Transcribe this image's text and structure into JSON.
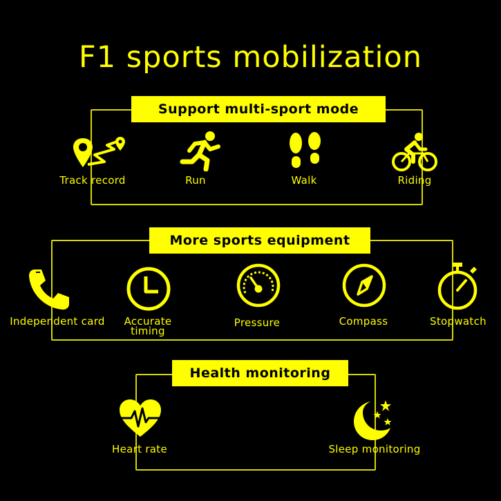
{
  "title": "F1 sports mobilization",
  "colors": {
    "accent": "#ffff00",
    "background": "#000000",
    "frame": "#d8d800"
  },
  "sections": {
    "sport_modes": {
      "heading": "Support multi-sport mode",
      "items": [
        {
          "label": "Track record",
          "icon": "map-pin-route-icon"
        },
        {
          "label": "Run",
          "icon": "running-person-icon"
        },
        {
          "label": "Walk",
          "icon": "footprints-icon"
        },
        {
          "label": "Riding",
          "icon": "cyclist-icon"
        }
      ]
    },
    "equipment": {
      "heading": "More sports equipment",
      "items": [
        {
          "label": "Independent card",
          "icon": "phone-icon"
        },
        {
          "label_line1": "Accurate",
          "label_line2": "timing",
          "icon": "clock-icon"
        },
        {
          "label": "Pressure",
          "icon": "gauge-icon"
        },
        {
          "label": "Compass",
          "icon": "compass-icon"
        },
        {
          "label": "Stopwatch",
          "icon": "stopwatch-icon"
        }
      ]
    },
    "health": {
      "heading": "Health monitoring",
      "items": [
        {
          "label": "Heart rate",
          "icon": "heart-pulse-icon"
        },
        {
          "label": "Sleep monitoring",
          "icon": "moon-stars-icon"
        }
      ]
    }
  }
}
